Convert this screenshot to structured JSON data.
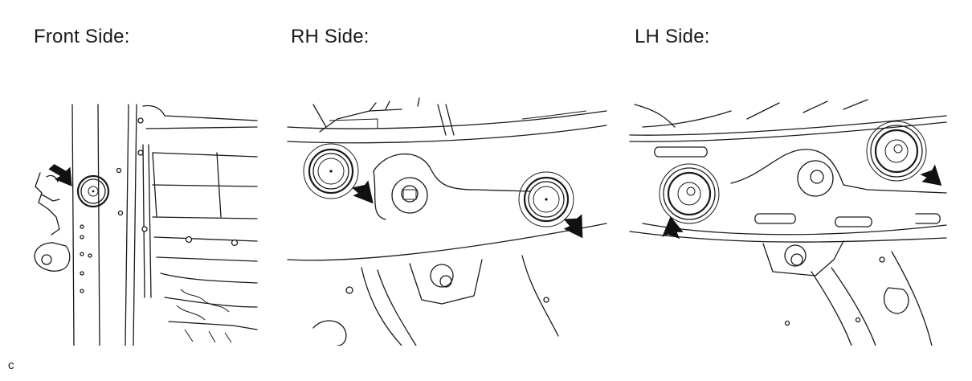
{
  "panels": {
    "front": {
      "title": "Front Side:"
    },
    "rh": {
      "title": "RH Side:"
    },
    "lh": {
      "title": "LH Side:"
    }
  },
  "figure_code": "c",
  "colors": {
    "line": "#1a1a1a",
    "background": "#ffffff"
  },
  "icons": [
    "arrow-icon"
  ]
}
